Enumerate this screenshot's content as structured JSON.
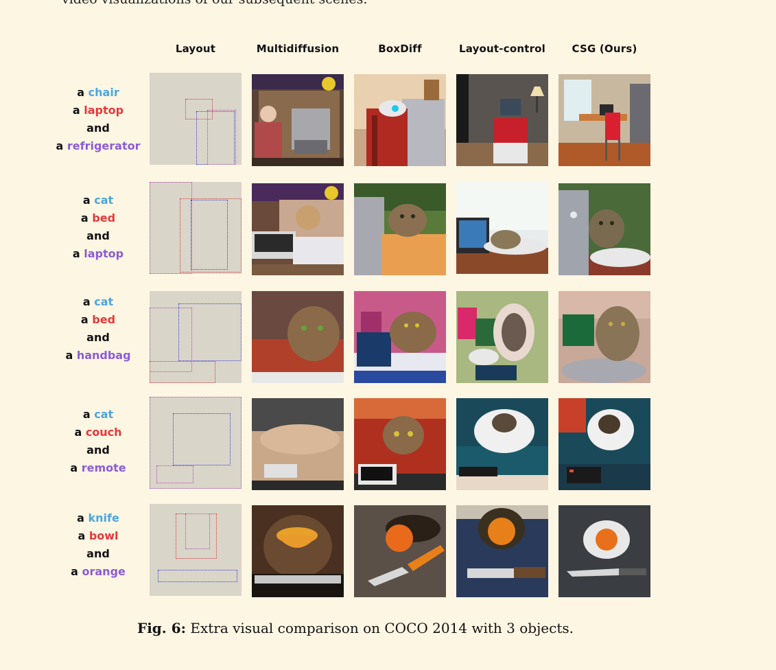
{
  "headers": [
    "Layout",
    "Multidiffusion",
    "BoxDiff",
    "Layout-control",
    "CSG (Ours)"
  ],
  "rows": [
    {
      "article": "a",
      "obj1": "chair",
      "obj2": "laptop",
      "and": "and",
      "obj3": "refrigerator"
    },
    {
      "article": "a",
      "obj1": "cat",
      "obj2": "bed",
      "and": "and",
      "obj3": "laptop"
    },
    {
      "article": "a",
      "obj1": "cat",
      "obj2": "bed",
      "and": "and",
      "obj3": "handbag"
    },
    {
      "article": "a",
      "obj1": "cat",
      "obj2": "couch",
      "and": "and",
      "obj3": "remote"
    },
    {
      "article": "a",
      "obj1": "knife",
      "obj2": "bowl",
      "and": "and",
      "obj3": "orange"
    }
  ],
  "caption": {
    "label": "Fig. 6:",
    "text": "Extra visual comparison on COCO 2014 with 3 objects."
  },
  "colors": {
    "obj1": "#4ba6e0",
    "obj2": "#e8383a",
    "obj3": "#8b5cd6",
    "background": "#fdf6e3",
    "layout_bg": "#d9d5c9"
  }
}
